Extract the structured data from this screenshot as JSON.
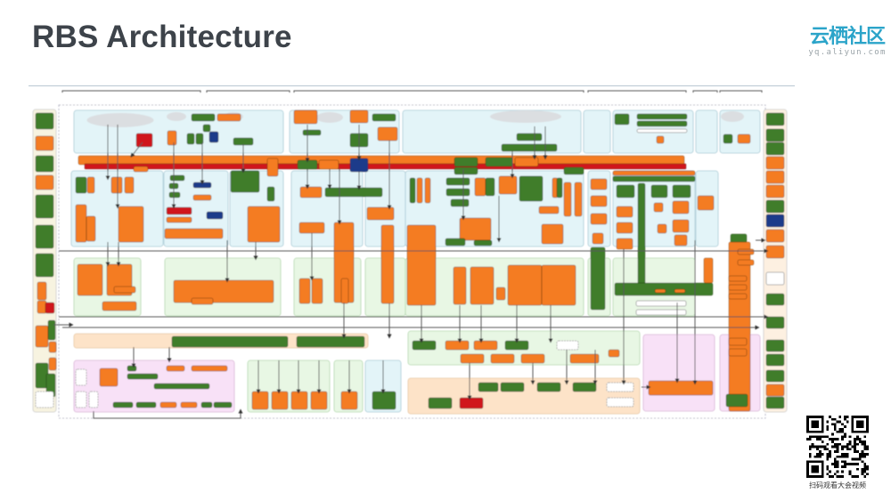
{
  "slide": {
    "title": "RBS Architecture"
  },
  "brand": {
    "name_cn": "云栖社区",
    "url": "yq.aliyun.com",
    "color": "#2ba4c9"
  },
  "qr": {
    "caption": "扫码观看大会视频"
  },
  "diagram": {
    "description": "Blurred RBS system architecture block diagram with colored component boxes, connector arrows, and shaded zones; no legible labels",
    "colors": {
      "orange": "#f47b20",
      "green": "#3f7d2a",
      "red": "#d0161c",
      "navy": "#1a3a8a",
      "white": "#ffffff",
      "zone_blue": "#e3f4f8",
      "zone_green": "#e8f7e4",
      "zone_peach": "#fde3c8",
      "zone_pink": "#f8e1f7",
      "line": "#555555",
      "cloud": "#d9dcde"
    }
  }
}
